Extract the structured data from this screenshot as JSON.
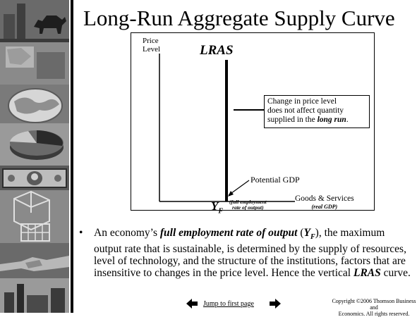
{
  "title": "Long-Run Aggregate Supply Curve",
  "diagram": {
    "y_axis_label_line1": "Price",
    "y_axis_label_line2": "Level",
    "curve_label": "LRAS",
    "callout_line1": "Change in price level",
    "callout_line2": "does not affect quantity",
    "callout_line3_prefix": "supplied in the ",
    "callout_line3_emph": "long run",
    "callout_line3_suffix": ".",
    "potential_gdp_label": "Potential GDP",
    "yf_symbol": "Y",
    "yf_subscript": "F",
    "yf_note_line1": "(full employment",
    "yf_note_line2": "rate of output)",
    "x_axis_label_line1": "Goods & Services",
    "x_axis_label_line2": "(real GDP)"
  },
  "bullet": {
    "marker": "•",
    "text_1": "An economy’s ",
    "emph_1": "full employment rate of output",
    "text_2": " (",
    "sym": "Y",
    "sub": "F",
    "text_3": "), the maximum output rate that is sustainable, is determined by the supply of resources, level of technology, and the structure of the institutions, factors that are insensitive to changes in the price level.  Hence the vertical ",
    "emph_2": "LRAS",
    "text_4": " curve."
  },
  "footer": {
    "jump_link": "Jump to first page",
    "copyright_line1": "Copyright ©2006  Thomson Business and",
    "copyright_line2": "Economics. All rights reserved."
  },
  "sidebar_images": [
    "bull-icon",
    "globe-icon",
    "pie-chart-icon",
    "dollar-bill-icon",
    "buildings-icon",
    "handshake-icon",
    "factory-icon"
  ]
}
